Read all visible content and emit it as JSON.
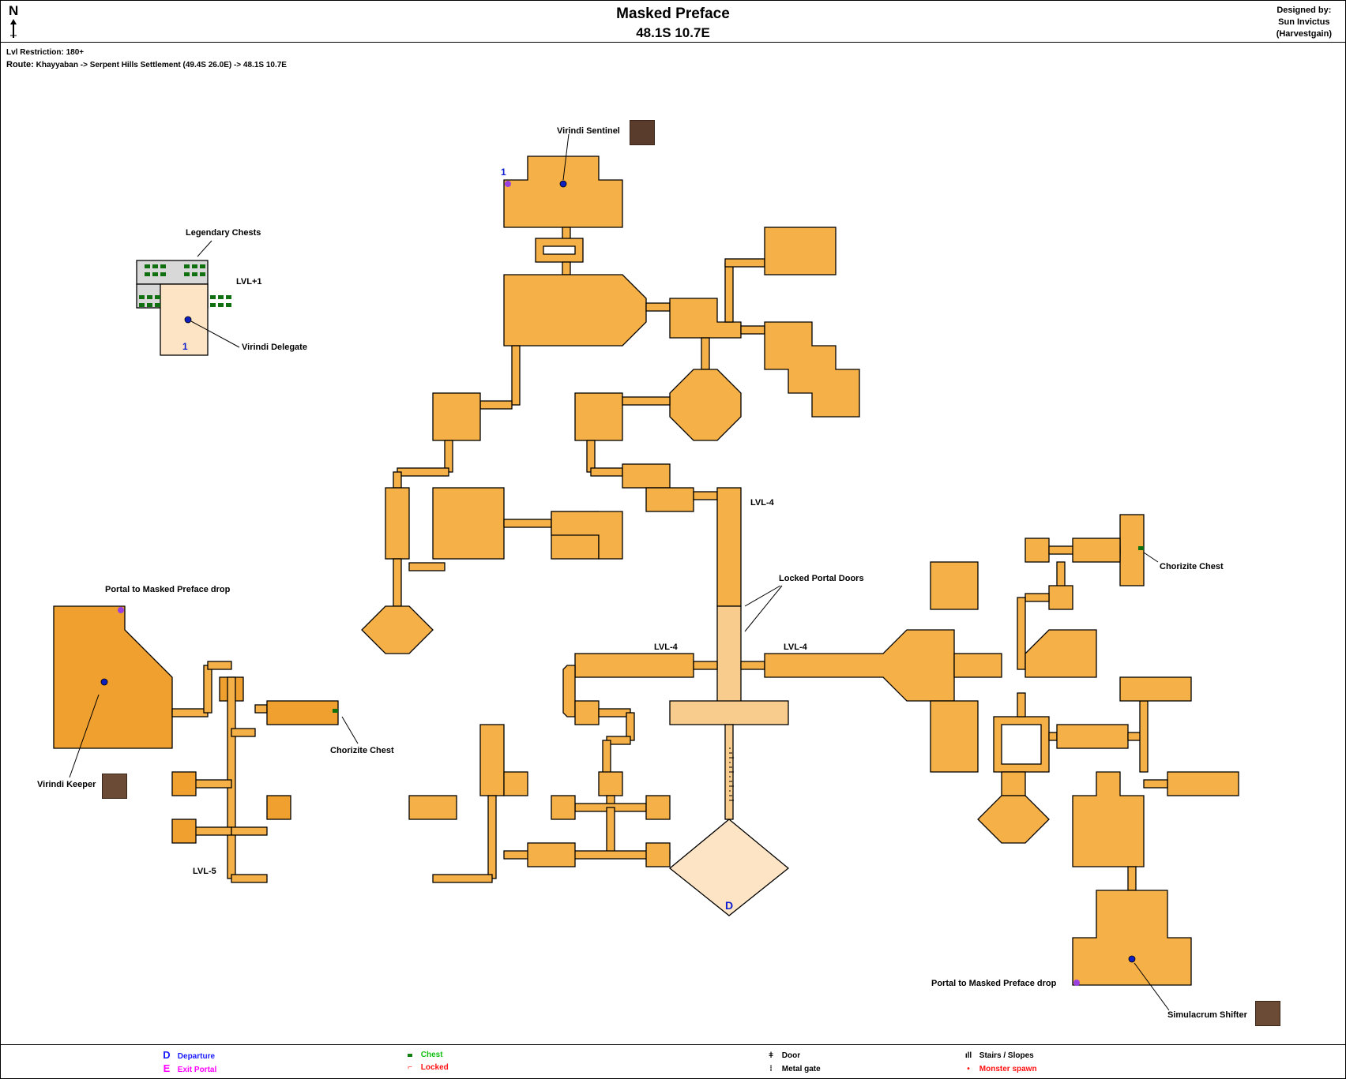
{
  "header": {
    "compass_label": "N",
    "title": "Masked Preface",
    "coordinates": "48.1S 10.7E",
    "designed_by_label": "Designed by:",
    "designer": "Sun Invictus",
    "designer_alias": "(Harvestgain)"
  },
  "info": {
    "level_label": "Lvl Restriction:",
    "level_value": "180+",
    "route_label": "Route:",
    "route_value": "Khayyaban -> Serpent Hills Settlement (49.4S 26.0E) -> 48.1S 10.7E"
  },
  "map": {
    "labels": {
      "virindi_sentinel": "Virindi Sentinel",
      "legendary_chests": "Legendary Chests",
      "lvl_plus1": "LVL+1",
      "virindi_delegate": "Virindi Delegate",
      "portal_drop_left": "Portal to Masked Preface drop",
      "virindi_keeper": "Virindi Keeper",
      "chorizite_chest_left": "Chorizite Chest",
      "lvl_minus5": "LVL-5",
      "lvl_minus4_top": "LVL-4",
      "locked_portal_doors": "Locked Portal Doors",
      "lvl_minus4_left": "LVL-4",
      "lvl_minus4_right": "LVL-4",
      "chorizite_chest_right": "Chorizite Chest",
      "portal_drop_right": "Portal to Masked Preface drop",
      "simulacrum_shifter": "Simulacrum Shifter",
      "marker_1_top": "1",
      "marker_1_delegate": "1",
      "departure_marker": "D"
    },
    "colors": {
      "room": "#f5b047",
      "room_dark": "#f0a02e",
      "corridor_light": "#f8cc8c",
      "room_pale": "#fde4c4",
      "chest_room": "#d8d8d8",
      "chest": "#107010",
      "boss_marker": "#1020c0",
      "portal": "#9a40e0"
    }
  },
  "legend": {
    "departure_symbol": "D",
    "departure_label": "Departure",
    "exit_symbol": "E",
    "exit_label": "Exit Portal",
    "chest_label": "Chest",
    "locked_label": "Locked",
    "door_label": "Door",
    "metal_gate_label": "Metal gate",
    "stairs_label": "Stairs / Slopes",
    "spawn_label": "Monster spawn"
  }
}
